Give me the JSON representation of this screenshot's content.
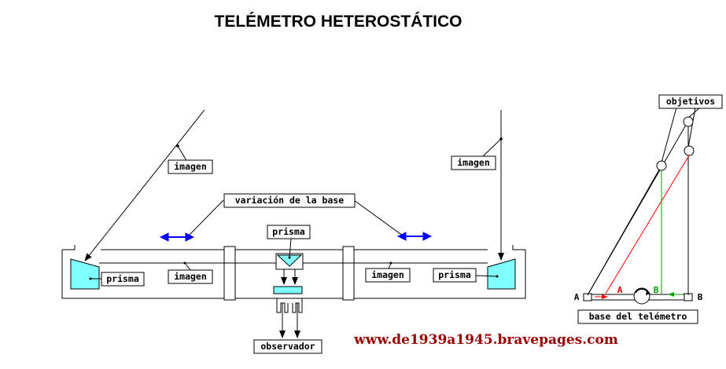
{
  "title": "TELÉMETRO HETEROSTÁTICO",
  "labels": {
    "imagen_left": "imagen",
    "imagen_right": "imagen",
    "variacion": "variación de la base",
    "prisma_center": "prisma",
    "prisma_left": "prisma",
    "prisma_right": "prisma",
    "imagen_tube_left": "imagen",
    "imagen_tube_right": "imagen",
    "observador": "observador",
    "objetivos": "objetivos",
    "base_telemetro": "base del telémetro",
    "point_a_outer": "A",
    "point_b_outer": "B",
    "point_a_inner": "A",
    "point_b_inner": "B"
  },
  "website": "www.de1939a1945.bravepages.com",
  "colors": {
    "prism": "#7fffff",
    "arrow_blue": "#0000ff",
    "ray_red": "#ff0000",
    "ray_green": "#00a000",
    "label_a_inner": "#cc0000",
    "label_b_inner": "#00a000",
    "website": "#990000"
  }
}
